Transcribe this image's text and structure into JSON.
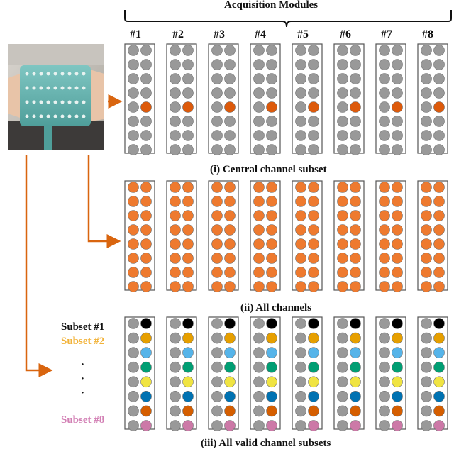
{
  "header": {
    "title": "Acquisition Modules"
  },
  "modules": [
    "#1",
    "#2",
    "#3",
    "#4",
    "#5",
    "#6",
    "#7",
    "#8"
  ],
  "captions": {
    "central": "(i) Central channel subset",
    "all": "(ii) All channels",
    "subsets": "(iii) All valid channel subsets"
  },
  "subset_labels": {
    "first": "Subset #1",
    "second": "Subset #2",
    "last": "Subset #8",
    "ellipsis": [
      "·",
      "·",
      "·"
    ]
  },
  "colors": {
    "electrode_gray": "#999999",
    "active_orange": "#dd5a0b",
    "all_orange": "#ee7a2f",
    "arrow": "#d9650f",
    "subset2_label": "#f2b33a",
    "subset8_label": "#d27fb4",
    "subset_row_colors": [
      "#000000",
      "#e69f00",
      "#56b4e9",
      "#009e73",
      "#f0e442",
      "#0072b2",
      "#d55e00",
      "#cc79a7"
    ]
  },
  "photo": {
    "description_icon": "hd-emg-electrode-sleeve-photo"
  }
}
